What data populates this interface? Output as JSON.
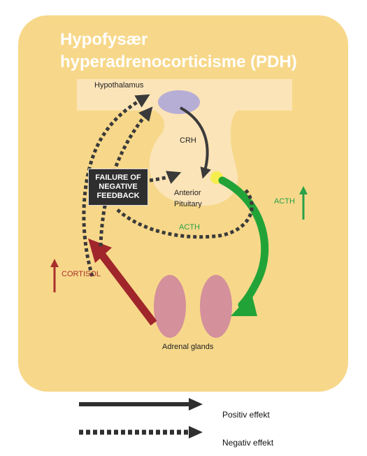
{
  "title": {
    "line1": "Hypofysær",
    "line2": "hyperadrenocorticisme (PDH)"
  },
  "labels": {
    "hypothalamus": "Hypothalamus",
    "crh": "CRH",
    "anterior": "Anterior",
    "pituitary": "Pituitary",
    "acth_right": "ACTH",
    "acth_bottom": "ACTH",
    "cortisol": "CORTISOL",
    "adrenal_glands": "Adrenal glands"
  },
  "failure_box": {
    "line1": "FAILURE OF",
    "line2": "NEGATIVE",
    "line3": "FEEDBACK"
  },
  "legend": {
    "positive": "Positiv effekt",
    "negative": "Negativ effekt"
  },
  "colors": {
    "panel": "#f7d88a",
    "tissue": "#fbe4b8",
    "hypothalamus_node": "#b7aed6",
    "adrenal": "#d4909b",
    "acth_arrow": "#22a338",
    "cortisol_arrow": "#a0262b",
    "dark_arrow": "#3a3a3a",
    "white_text": "#ffffff",
    "acth_text": "#2aa048",
    "cortisol_text": "#a8302c"
  },
  "indicators": {
    "acth": "up-arrow-icon",
    "cortisol": "up-arrow-icon"
  }
}
